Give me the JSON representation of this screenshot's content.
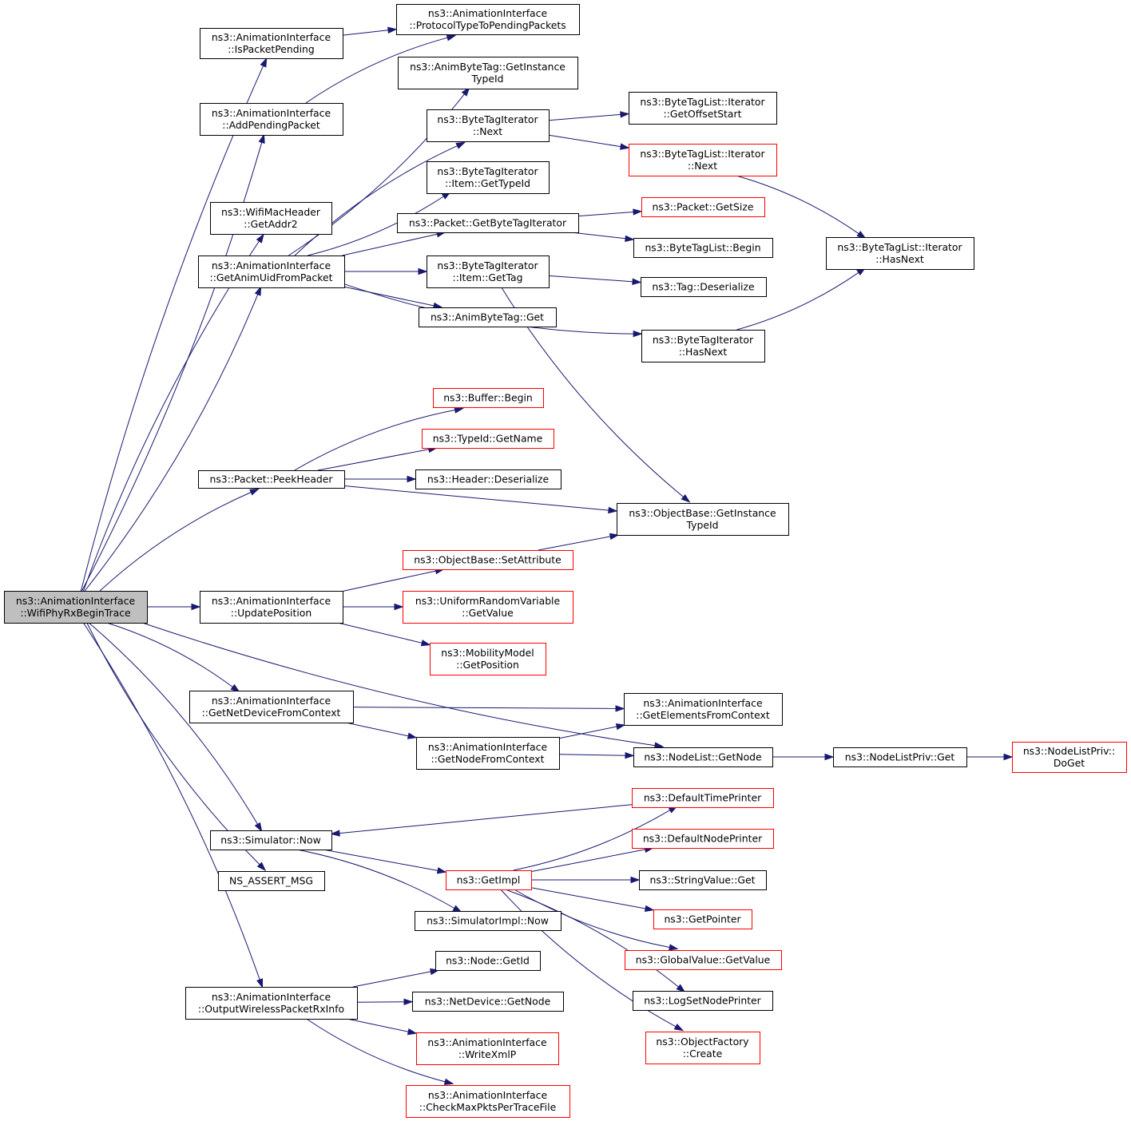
{
  "colors": {
    "edge": "#191970",
    "border_normal": "#000000",
    "border_truncated": "#ff0000",
    "fill_root": "#bfbfbf",
    "fill_normal": "#ffffff"
  },
  "nodes": [
    {
      "id": "root",
      "lines": [
        "ns3::AnimationInterface",
        "::WifiPhyRxBeginTrace"
      ],
      "kind": "root"
    },
    {
      "id": "isPending",
      "lines": [
        "ns3::AnimationInterface",
        "::IsPacketPending"
      ],
      "kind": "normal"
    },
    {
      "id": "addPending",
      "lines": [
        "ns3::AnimationInterface",
        "::AddPendingPacket"
      ],
      "kind": "normal"
    },
    {
      "id": "getAddr2",
      "lines": [
        "ns3::WifiMacHeader",
        "::GetAddr2"
      ],
      "kind": "normal"
    },
    {
      "id": "getAnimUid",
      "lines": [
        "ns3::AnimationInterface",
        "::GetAnimUidFromPacket"
      ],
      "kind": "normal"
    },
    {
      "id": "peekHeader",
      "lines": [
        "ns3::Packet::PeekHeader"
      ],
      "kind": "normal"
    },
    {
      "id": "updatePos",
      "lines": [
        "ns3::AnimationInterface",
        "::UpdatePosition"
      ],
      "kind": "normal"
    },
    {
      "id": "getNetDev",
      "lines": [
        "ns3::AnimationInterface",
        "::GetNetDeviceFromContext"
      ],
      "kind": "normal"
    },
    {
      "id": "simNow",
      "lines": [
        "ns3::Simulator::Now"
      ],
      "kind": "normal"
    },
    {
      "id": "assertMsg",
      "lines": [
        "NS_ASSERT_MSG"
      ],
      "kind": "normal"
    },
    {
      "id": "outputRx",
      "lines": [
        "ns3::AnimationInterface",
        "::OutputWirelessPacketRxInfo"
      ],
      "kind": "normal"
    },
    {
      "id": "protoType",
      "lines": [
        "ns3::AnimationInterface",
        "::ProtocolTypeToPendingPackets"
      ],
      "kind": "normal"
    },
    {
      "id": "animTagTypeId",
      "lines": [
        "ns3::AnimByteTag::GetInstance",
        "TypeId"
      ],
      "kind": "normal"
    },
    {
      "id": "btiNext",
      "lines": [
        "ns3::ByteTagIterator",
        "::Next"
      ],
      "kind": "normal"
    },
    {
      "id": "btiItemTypeId",
      "lines": [
        "ns3::ByteTagIterator",
        "::Item::GetTypeId"
      ],
      "kind": "normal"
    },
    {
      "id": "getBTI",
      "lines": [
        "ns3::Packet::GetByteTagIterator"
      ],
      "kind": "normal"
    },
    {
      "id": "btiItemGetTag",
      "lines": [
        "ns3::ByteTagIterator",
        "::Item::GetTag"
      ],
      "kind": "normal"
    },
    {
      "id": "animTagGet",
      "lines": [
        "ns3::AnimByteTag::Get"
      ],
      "kind": "normal"
    },
    {
      "id": "btlOffset",
      "lines": [
        "ns3::ByteTagList::Iterator",
        "::GetOffsetStart"
      ],
      "kind": "normal"
    },
    {
      "id": "btlNext",
      "lines": [
        "ns3::ByteTagList::Iterator",
        "::Next"
      ],
      "kind": "truncated"
    },
    {
      "id": "pktGetSize",
      "lines": [
        "ns3::Packet::GetSize"
      ],
      "kind": "truncated"
    },
    {
      "id": "btlBegin",
      "lines": [
        "ns3::ByteTagList::Begin"
      ],
      "kind": "normal"
    },
    {
      "id": "tagDeser",
      "lines": [
        "ns3::Tag::Deserialize"
      ],
      "kind": "normal"
    },
    {
      "id": "btiHasNext",
      "lines": [
        "ns3::ByteTagIterator",
        "::HasNext"
      ],
      "kind": "normal"
    },
    {
      "id": "btlHasNext",
      "lines": [
        "ns3::ByteTagList::Iterator",
        "::HasNext"
      ],
      "kind": "normal"
    },
    {
      "id": "bufBegin",
      "lines": [
        "ns3::Buffer::Begin"
      ],
      "kind": "truncated"
    },
    {
      "id": "typeIdName",
      "lines": [
        "ns3::TypeId::GetName"
      ],
      "kind": "truncated"
    },
    {
      "id": "hdrDeser",
      "lines": [
        "ns3::Header::Deserialize"
      ],
      "kind": "normal"
    },
    {
      "id": "objBaseTypeId",
      "lines": [
        "ns3::ObjectBase::GetInstance",
        "TypeId"
      ],
      "kind": "normal"
    },
    {
      "id": "setAttr",
      "lines": [
        "ns3::ObjectBase::SetAttribute"
      ],
      "kind": "truncated"
    },
    {
      "id": "uniformGetValue",
      "lines": [
        "ns3::UniformRandomVariable",
        "::GetValue"
      ],
      "kind": "truncated"
    },
    {
      "id": "mobGetPos",
      "lines": [
        "ns3::MobilityModel",
        "::GetPosition"
      ],
      "kind": "truncated"
    },
    {
      "id": "getElements",
      "lines": [
        "ns3::AnimationInterface",
        "::GetElementsFromContext"
      ],
      "kind": "normal"
    },
    {
      "id": "getNodeCtx",
      "lines": [
        "ns3::AnimationInterface",
        "::GetNodeFromContext"
      ],
      "kind": "normal"
    },
    {
      "id": "nodeListGetNode",
      "lines": [
        "ns3::NodeList::GetNode"
      ],
      "kind": "normal"
    },
    {
      "id": "nodeListPrivGet",
      "lines": [
        "ns3::NodeListPriv::Get"
      ],
      "kind": "normal"
    },
    {
      "id": "nodeListPrivDoGet",
      "lines": [
        "ns3::NodeListPriv::",
        "DoGet"
      ],
      "kind": "truncated"
    },
    {
      "id": "defTimePrinter",
      "lines": [
        "ns3::DefaultTimePrinter"
      ],
      "kind": "truncated"
    },
    {
      "id": "defNodePrinter",
      "lines": [
        "ns3::DefaultNodePrinter"
      ],
      "kind": "truncated"
    },
    {
      "id": "getImpl",
      "lines": [
        "ns3::GetImpl"
      ],
      "kind": "truncated"
    },
    {
      "id": "strValGet",
      "lines": [
        "ns3::StringValue::Get"
      ],
      "kind": "normal"
    },
    {
      "id": "getPointer",
      "lines": [
        "ns3::GetPointer"
      ],
      "kind": "truncated"
    },
    {
      "id": "globalGetValue",
      "lines": [
        "ns3::GlobalValue::GetValue"
      ],
      "kind": "truncated"
    },
    {
      "id": "logSetNodePrinter",
      "lines": [
        "ns3::LogSetNodePrinter"
      ],
      "kind": "normal"
    },
    {
      "id": "objFactCreate",
      "lines": [
        "ns3::ObjectFactory",
        "::Create"
      ],
      "kind": "truncated"
    },
    {
      "id": "simImplNow",
      "lines": [
        "ns3::SimulatorImpl::Now"
      ],
      "kind": "normal"
    },
    {
      "id": "nodeGetId",
      "lines": [
        "ns3::Node::GetId"
      ],
      "kind": "normal"
    },
    {
      "id": "netDevGetNode",
      "lines": [
        "ns3::NetDevice::GetNode"
      ],
      "kind": "normal"
    },
    {
      "id": "writeXmlP",
      "lines": [
        "ns3::AnimationInterface",
        "::WriteXmlP"
      ],
      "kind": "truncated"
    },
    {
      "id": "checkMaxPkts",
      "lines": [
        "ns3::AnimationInterface",
        "::CheckMaxPktsPerTraceFile"
      ],
      "kind": "truncated"
    }
  ],
  "edges": [
    [
      "root",
      "isPending"
    ],
    [
      "root",
      "addPending"
    ],
    [
      "root",
      "getAddr2"
    ],
    [
      "root",
      "getAnimUid"
    ],
    [
      "root",
      "peekHeader"
    ],
    [
      "root",
      "updatePos"
    ],
    [
      "root",
      "getNetDev"
    ],
    [
      "root",
      "nodeListGetNode"
    ],
    [
      "root",
      "simNow"
    ],
    [
      "root",
      "assertMsg"
    ],
    [
      "root",
      "outputRx"
    ],
    [
      "isPending",
      "protoType"
    ],
    [
      "addPending",
      "protoType"
    ],
    [
      "getAnimUid",
      "animTagTypeId"
    ],
    [
      "getAnimUid",
      "btiNext"
    ],
    [
      "getAnimUid",
      "btiItemTypeId"
    ],
    [
      "getAnimUid",
      "getBTI"
    ],
    [
      "getAnimUid",
      "btiItemGetTag"
    ],
    [
      "getAnimUid",
      "animTagGet"
    ],
    [
      "getAnimUid",
      "btiHasNext"
    ],
    [
      "btiNext",
      "btlOffset"
    ],
    [
      "btiNext",
      "btlNext"
    ],
    [
      "btlNext",
      "btlHasNext"
    ],
    [
      "btiHasNext",
      "btlHasNext"
    ],
    [
      "getBTI",
      "pktGetSize"
    ],
    [
      "getBTI",
      "btlBegin"
    ],
    [
      "btiItemGetTag",
      "tagDeser"
    ],
    [
      "btiItemGetTag",
      "objBaseTypeId"
    ],
    [
      "peekHeader",
      "bufBegin"
    ],
    [
      "peekHeader",
      "typeIdName"
    ],
    [
      "peekHeader",
      "hdrDeser"
    ],
    [
      "peekHeader",
      "objBaseTypeId"
    ],
    [
      "setAttr",
      "objBaseTypeId"
    ],
    [
      "updatePos",
      "setAttr"
    ],
    [
      "updatePos",
      "uniformGetValue"
    ],
    [
      "updatePos",
      "mobGetPos"
    ],
    [
      "getNetDev",
      "getElements"
    ],
    [
      "getNetDev",
      "getNodeCtx"
    ],
    [
      "getNodeCtx",
      "getElements"
    ],
    [
      "getNodeCtx",
      "nodeListGetNode"
    ],
    [
      "nodeListGetNode",
      "nodeListPrivGet"
    ],
    [
      "nodeListPrivGet",
      "nodeListPrivDoGet"
    ],
    [
      "defTimePrinter",
      "simNow"
    ],
    [
      "simNow",
      "getImpl"
    ],
    [
      "simNow",
      "simImplNow"
    ],
    [
      "getImpl",
      "defTimePrinter"
    ],
    [
      "getImpl",
      "defNodePrinter"
    ],
    [
      "getImpl",
      "strValGet"
    ],
    [
      "getImpl",
      "getPointer"
    ],
    [
      "getImpl",
      "globalGetValue"
    ],
    [
      "getImpl",
      "logSetNodePrinter"
    ],
    [
      "getImpl",
      "objFactCreate"
    ],
    [
      "outputRx",
      "nodeGetId"
    ],
    [
      "outputRx",
      "netDevGetNode"
    ],
    [
      "outputRx",
      "writeXmlP"
    ],
    [
      "outputRx",
      "checkMaxPkts"
    ]
  ]
}
